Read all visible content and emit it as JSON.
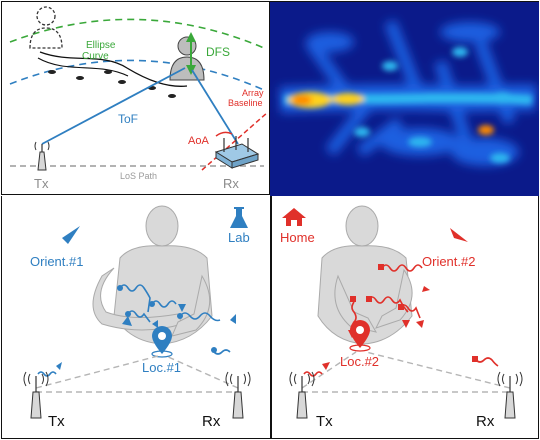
{
  "geometry": {
    "ellipse_label": "Ellipse Curve",
    "dfs_label": "DFS",
    "tof_label": "ToF",
    "array_label": "Array Baseline",
    "aoa_label": "AoA",
    "los_label": "LoS Path",
    "tx_label": "Tx",
    "rx_label": "Rx",
    "colors": {
      "green": "#3aa83a",
      "blue": "#2f7fc1",
      "red": "#e0302a",
      "gray": "#9a9a9a"
    }
  },
  "heatmap": {
    "colors": [
      "#0b1a8a",
      "#1f5fe0",
      "#2fb8f0",
      "#ffd21a",
      "#ff8a00"
    ]
  },
  "lab": {
    "tag": "Lab",
    "orient_label": "Orient.#1",
    "loc_label": "Loc.#1",
    "tx_label": "Tx",
    "rx_label": "Rx",
    "icon": "flask-icon",
    "color": "#2f7fc1"
  },
  "home": {
    "tag": "Home",
    "orient_label": "Orient.#2",
    "loc_label": "Loc.#2",
    "tx_label": "Tx",
    "rx_label": "Rx",
    "icon": "house-icon",
    "color": "#e0302a"
  }
}
